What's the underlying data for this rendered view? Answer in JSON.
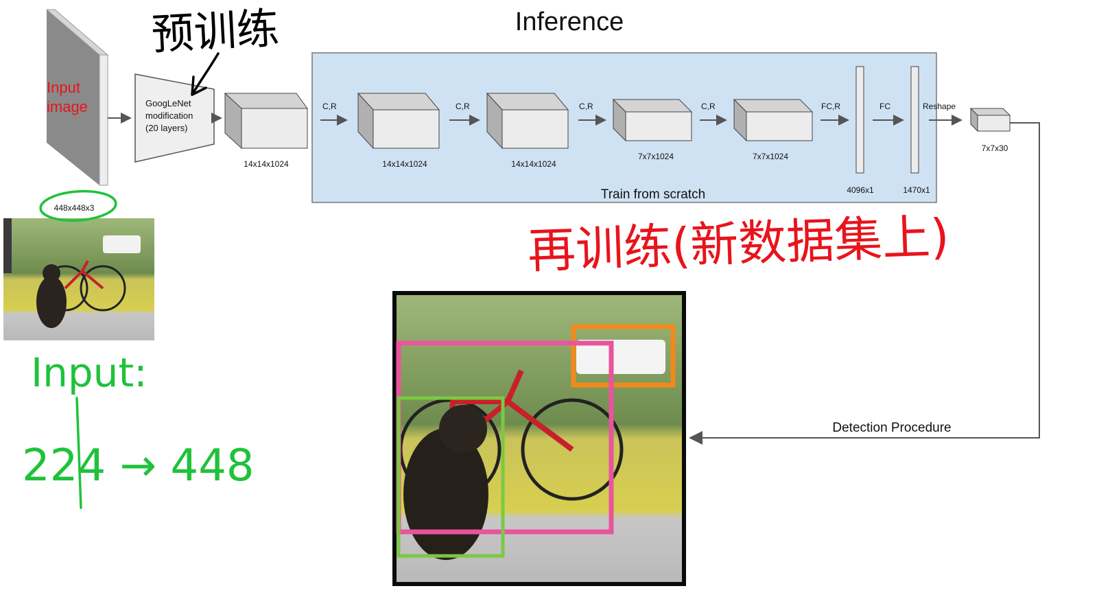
{
  "title": "Inference",
  "input": {
    "label_line1": "Input",
    "label_line2": "image",
    "dims": "448x448x3"
  },
  "backbone": {
    "line1": "GoogLeNet",
    "line2": "modification",
    "line3": "(20 layers)"
  },
  "train_label": "Train from scratch",
  "detection_label": "Detection Procedure",
  "stages": [
    {
      "dims": "14x14x1024"
    },
    {
      "op": "C,R",
      "dims": "14x14x1024"
    },
    {
      "op": "C,R",
      "dims": "14x14x1024"
    },
    {
      "op": "C,R",
      "dims": "7x7x1024"
    },
    {
      "op": "C,R",
      "dims": "7x7x1024"
    },
    {
      "op": "FC,R",
      "dims": "4096x1"
    },
    {
      "op": "FC",
      "dims": "1470x1"
    },
    {
      "op": "Reshape",
      "dims": "7x7x30"
    }
  ],
  "annotations": {
    "pretrain": "预训练",
    "retrain": "再训练(新数据集上)",
    "input_note": "Input:",
    "size_note": "224 → 448"
  },
  "colors": {
    "panel": "#cfe2f3",
    "red_ink": "#e8141c",
    "green_ink": "#1fc23a",
    "bbox_magenta": "#e8559c",
    "bbox_orange": "#f08a1c",
    "bbox_green": "#7ac943"
  }
}
